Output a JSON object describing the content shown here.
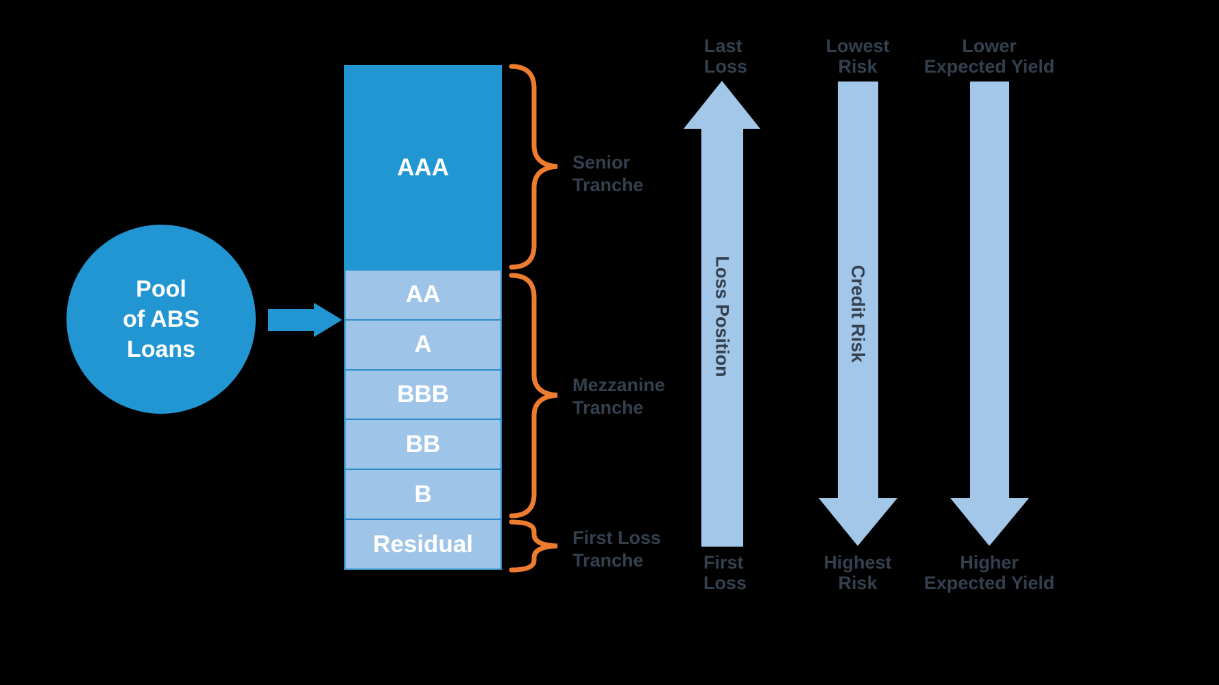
{
  "pool": {
    "line1": "Pool",
    "line2": "of ABS",
    "line3": "Loans"
  },
  "tranches": [
    {
      "label": "AAA",
      "tier": "senior"
    },
    {
      "label": "AA",
      "tier": "mezzanine"
    },
    {
      "label": "A",
      "tier": "mezzanine"
    },
    {
      "label": "BBB",
      "tier": "mezzanine"
    },
    {
      "label": "BB",
      "tier": "mezzanine"
    },
    {
      "label": "B",
      "tier": "mezzanine"
    },
    {
      "label": "Residual",
      "tier": "first-loss"
    }
  ],
  "braces": {
    "senior": {
      "line1": "Senior",
      "line2": "Tranche"
    },
    "mezzanine": {
      "line1": "Mezzanine",
      "line2": "Tranche"
    },
    "first_loss": {
      "line1": "First Loss",
      "line2": "Tranche"
    }
  },
  "flow_arrows": {
    "loss_position": {
      "direction": "up",
      "top_line1": "Last",
      "top_line2": "Loss",
      "shaft_label": "Loss Position",
      "bottom_line1": "First",
      "bottom_line2": "Loss"
    },
    "credit_risk": {
      "direction": "down",
      "top_line1": "Lowest",
      "top_line2": "Risk",
      "shaft_label": "Credit Risk",
      "bottom_line1": "Highest",
      "bottom_line2": "Risk"
    },
    "expected_yield": {
      "direction": "down",
      "top_line1": "Lower",
      "top_line2": "Expected Yield",
      "bottom_line1": "Higher",
      "bottom_line2": "Expected Yield"
    }
  },
  "colors": {
    "background": "#000000",
    "primary_blue": "#2196d3",
    "light_blue": "#9ec5e8",
    "row_border_blue": "#2e8bc8",
    "flow_arrow_blue": "#a3c7e9",
    "brace_orange": "#ed7c2f",
    "label_slate": "#34404e",
    "text_white": "#ffffff"
  }
}
